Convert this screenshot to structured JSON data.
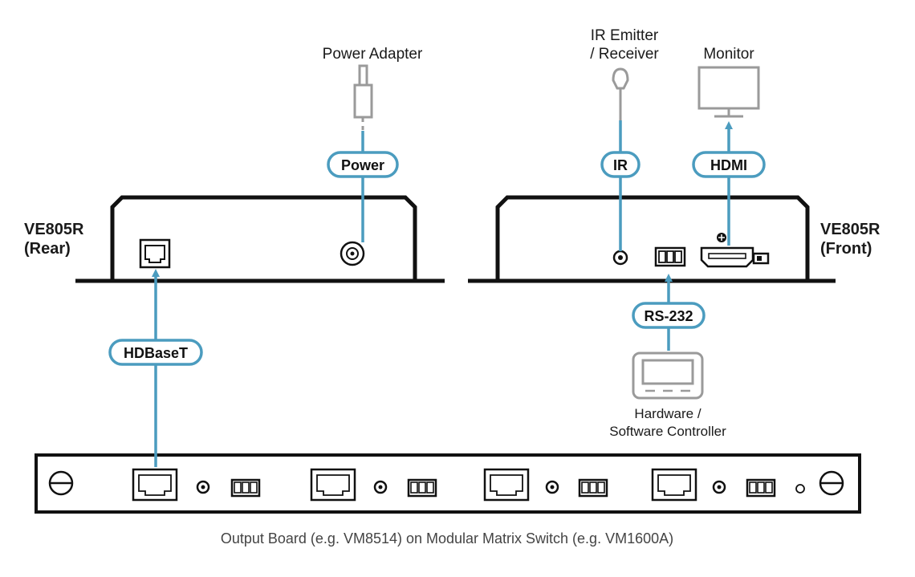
{
  "labels": {
    "power_adapter": "Power Adapter",
    "ir_emitter_line1": "IR Emitter",
    "ir_emitter_line2": "/ Receiver",
    "monitor": "Monitor",
    "rear_name": "VE805R",
    "rear_side": "(Rear)",
    "front_name": "VE805R",
    "front_side": "(Front)",
    "controller_line1": "Hardware /",
    "controller_line2": "Software Controller",
    "caption": "Output Board (e.g. VM8514) on Modular Matrix Switch (e.g. VM1600A)"
  },
  "connections": {
    "power": "Power",
    "ir": "IR",
    "hdmi": "HDMI",
    "rs232": "RS-232",
    "hdbaset": "HDBaseT"
  },
  "colors": {
    "cable": "#4b9cbf",
    "device_outline": "#111111",
    "peripheral_outline": "#9a9a9a"
  }
}
